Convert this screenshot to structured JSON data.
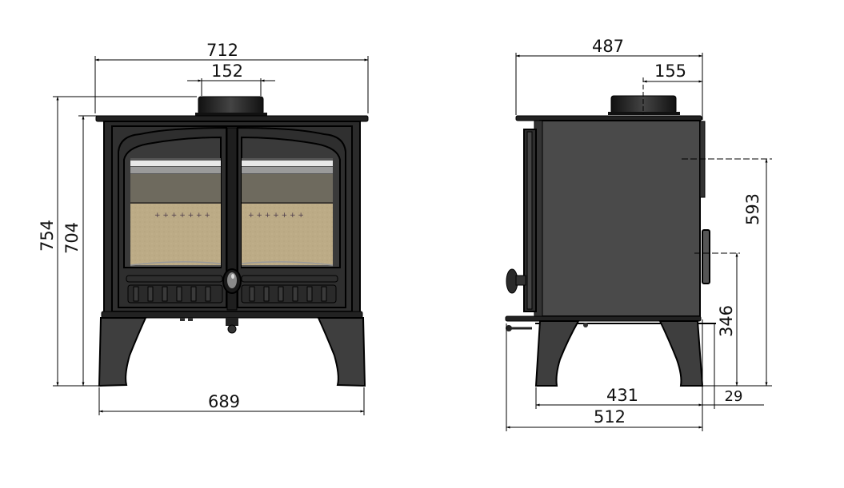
{
  "drawing": {
    "title": "Stove dimension drawing",
    "units": "mm",
    "colors": {
      "line": "#000000",
      "body_dark": "#2b2b2b",
      "body_side": "#4a4a4a",
      "firebrick": "#b9a883",
      "baffle": "#6e6a5e",
      "glass_highlight": "#e8e8e8"
    }
  },
  "front_view": {
    "label": "front-elevation",
    "dims": {
      "overall_width": "712",
      "flue_diameter": "152",
      "overall_height": "754",
      "body_height": "704",
      "leg_width": "689"
    }
  },
  "side_view": {
    "label": "side-elevation",
    "dims": {
      "depth_top": "487",
      "flue_center_from_rear": "155",
      "rear_flue_height": "593",
      "rear_outlet_height": "346",
      "leg_depth": "431",
      "overall_depth": "512",
      "rear_offset": "29"
    }
  }
}
